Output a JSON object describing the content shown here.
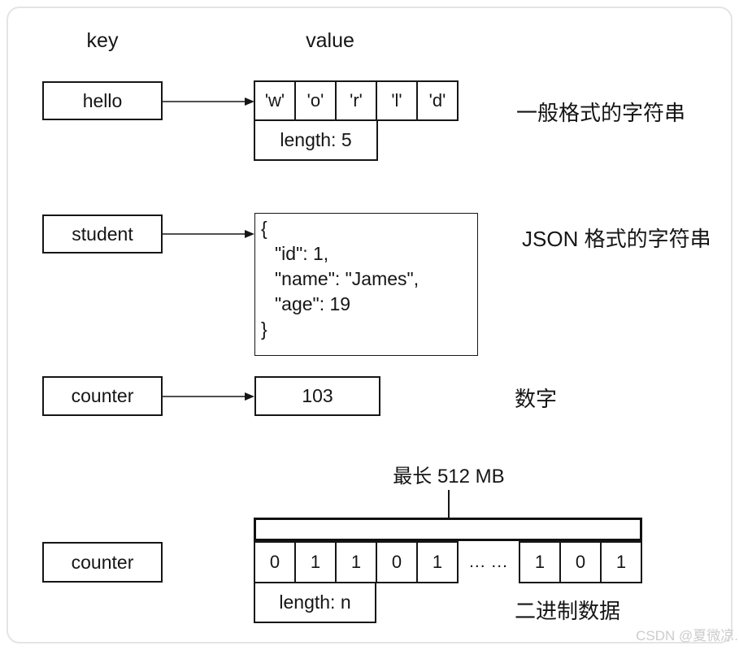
{
  "headers": {
    "key": "key",
    "value": "value"
  },
  "rows": [
    {
      "key": "hello",
      "type": "char-cells",
      "cells": [
        "'w'",
        "'o'",
        "'r'",
        "'l'",
        "'d'"
      ],
      "length_label": "length: 5",
      "note": "一般格式的字符串"
    },
    {
      "key": "student",
      "type": "json",
      "json_lines": [
        "{",
        "\"id\": 1,",
        "\"name\": \"James\",",
        "\"age\": 19",
        "}"
      ],
      "note": "JSON 格式的字符串"
    },
    {
      "key": "counter",
      "type": "number",
      "value": "103",
      "note": "数字"
    },
    {
      "key": "counter",
      "type": "binary",
      "max_label": "最长 512 MB",
      "bits_left": [
        "0",
        "1",
        "1",
        "0",
        "1"
      ],
      "ellipsis": "... ...",
      "bits_right": [
        "1",
        "0",
        "1"
      ],
      "length_label": "length: n",
      "note": "二进制数据"
    }
  ],
  "watermark": "CSDN @夏微凉.",
  "colors": {
    "stroke": "#161616",
    "frame": "#e4e4e4",
    "watermark": "#cccccc"
  }
}
